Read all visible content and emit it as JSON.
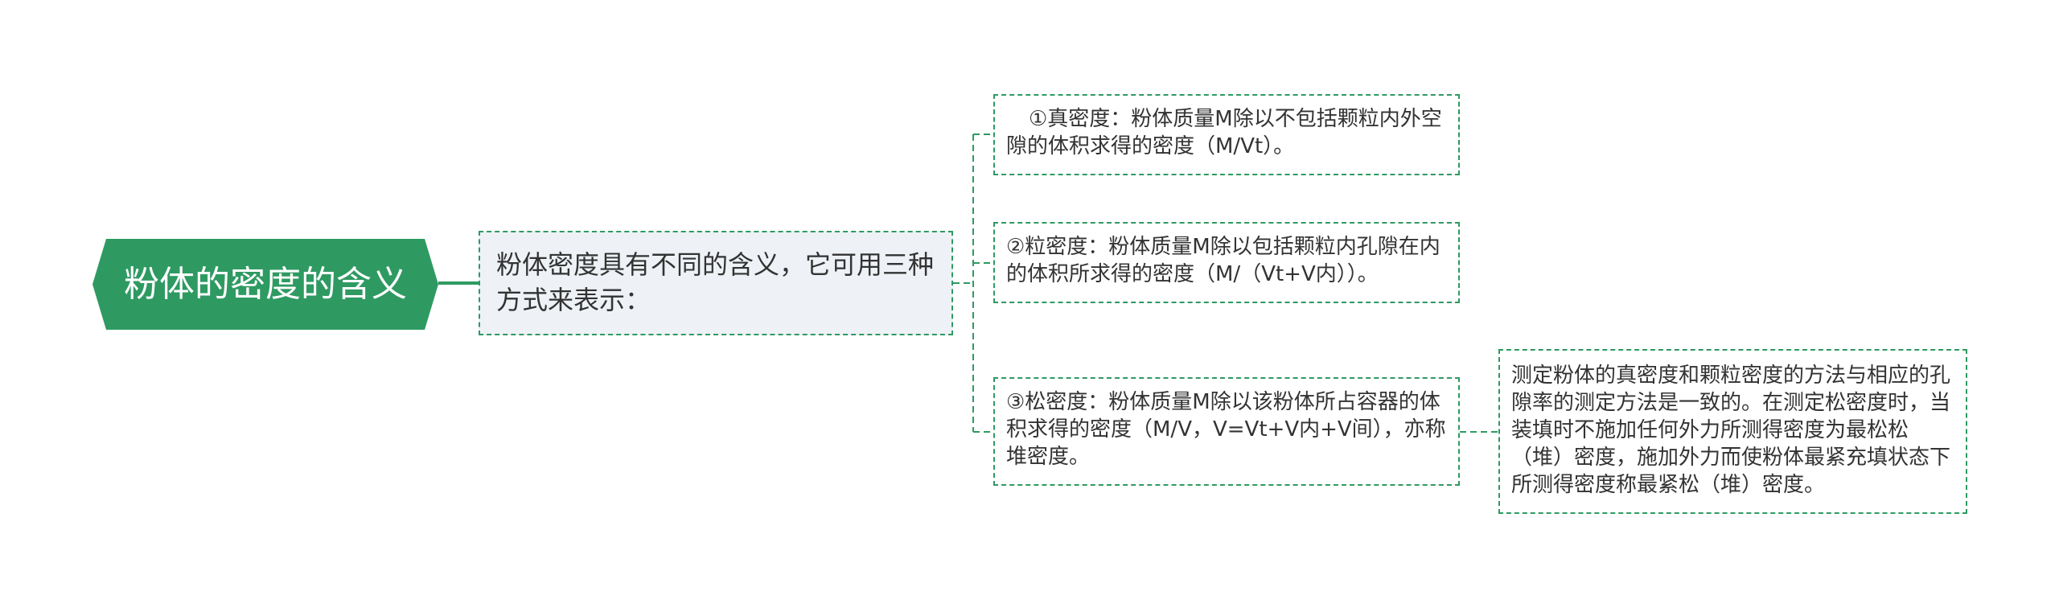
{
  "colors": {
    "accent": "#2e9a62",
    "mid_fill": "#eef2f6",
    "text": "#333333"
  },
  "root": {
    "label": "粉体的密度的含义"
  },
  "mid": {
    "text": "粉体密度具有不同的含义，它可用三种方式来表示："
  },
  "leaves": [
    {
      "text": "①真密度：粉体质量M除以不包括颗粒内外空隙的体积求得的密度（M/Vt）。"
    },
    {
      "text": "②粒密度：粉体质量M除以包括颗粒内孔隙在内的体积所求得的密度（M/（Vt+V内））。"
    },
    {
      "text": "③松密度：粉体质量M除以该粉体所占容器的体积求得的密度（M/V，V=Vt+V内+V间），亦称堆密度。"
    }
  ],
  "note": {
    "text": "测定粉体的真密度和颗粒密度的方法与相应的孔隙率的测定方法是一致的。在测定松密度时，当装填时不施加任何外力所测得密度为最松松（堆）密度，施加外力而使粉体最紧充填状态下所测得密度称最紧松（堆）密度。"
  }
}
